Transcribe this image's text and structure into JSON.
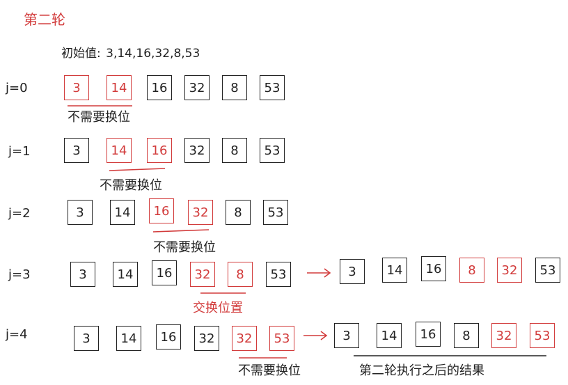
{
  "title": "第二轮",
  "initial": {
    "label": "初始值:",
    "values": "3,14,16,32,8,53"
  },
  "colors": {
    "highlight": "#d23b3b",
    "default": "#222222"
  },
  "rows": [
    {
      "label": "j=0",
      "boxes": [
        "3",
        "14",
        "16",
        "32",
        "8",
        "53"
      ],
      "highlight": [
        0,
        1
      ],
      "note": "不需要换位"
    },
    {
      "label": "j=1",
      "boxes": [
        "3",
        "14",
        "16",
        "32",
        "8",
        "53"
      ],
      "highlight": [
        1,
        2
      ],
      "note": "不需要换位"
    },
    {
      "label": "j=2",
      "boxes": [
        "3",
        "14",
        "16",
        "32",
        "8",
        "53"
      ],
      "highlight": [
        2,
        3
      ],
      "note": "不需要换位"
    },
    {
      "label": "j=3",
      "boxes": [
        "3",
        "14",
        "16",
        "32",
        "8",
        "53"
      ],
      "highlight": [
        3,
        4
      ],
      "note": "交换位置",
      "result": {
        "boxes": [
          "3",
          "14",
          "16",
          "8",
          "32",
          "53"
        ],
        "highlight": [
          3,
          4
        ]
      }
    },
    {
      "label": "j=4",
      "boxes": [
        "3",
        "14",
        "16",
        "32",
        "32",
        "53"
      ],
      "highlight": [
        4,
        5
      ],
      "note": "不需要换位",
      "result": {
        "boxes": [
          "3",
          "14",
          "16",
          "8",
          "32",
          "53"
        ],
        "highlight": [
          4,
          5
        ]
      },
      "result_caption": "第二轮执行之后的结果"
    }
  ]
}
